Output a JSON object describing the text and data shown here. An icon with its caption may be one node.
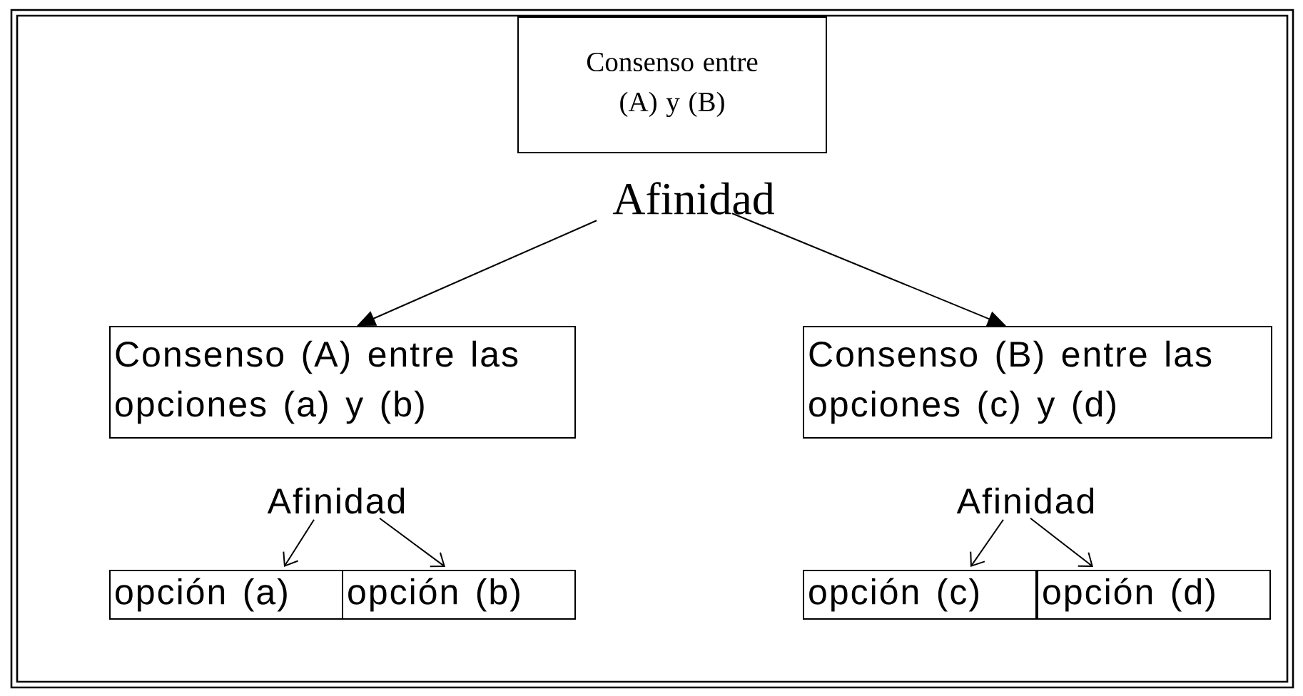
{
  "diagram": {
    "nodes": [
      {
        "text": [
          "Consenso entre (A) y (B)"
        ]
      },
      {
        "text": [
          "Afinidad"
        ]
      },
      {
        "text": [
          "Consenso (A) entre las opciones (a) y (b)"
        ]
      },
      {
        "text": [
          "Consenso (B) entre las opciones (c) y (d)"
        ]
      },
      {
        "text": [
          "Afinidad"
        ]
      },
      {
        "text": [
          "opción (a)"
        ]
      },
      {
        "text": [
          "opción (b)"
        ]
      },
      {
        "text": [
          "Afinidad"
        ]
      },
      {
        "text": [
          "opción (c)"
        ]
      },
      {
        "text": [
          "opción (d)"
        ]
      }
    ],
    "edges": [
      {
        "from": 1,
        "to": 2,
        "arrow": "to"
      },
      {
        "from": 1,
        "to": 3,
        "arrow": "to"
      },
      {
        "from": 4,
        "to": 5,
        "arrow": "to"
      },
      {
        "from": 4,
        "to": 6,
        "arrow": "to"
      },
      {
        "from": 7,
        "to": 8,
        "arrow": "to"
      },
      {
        "from": 7,
        "to": 9,
        "arrow": "to"
      }
    ]
  }
}
